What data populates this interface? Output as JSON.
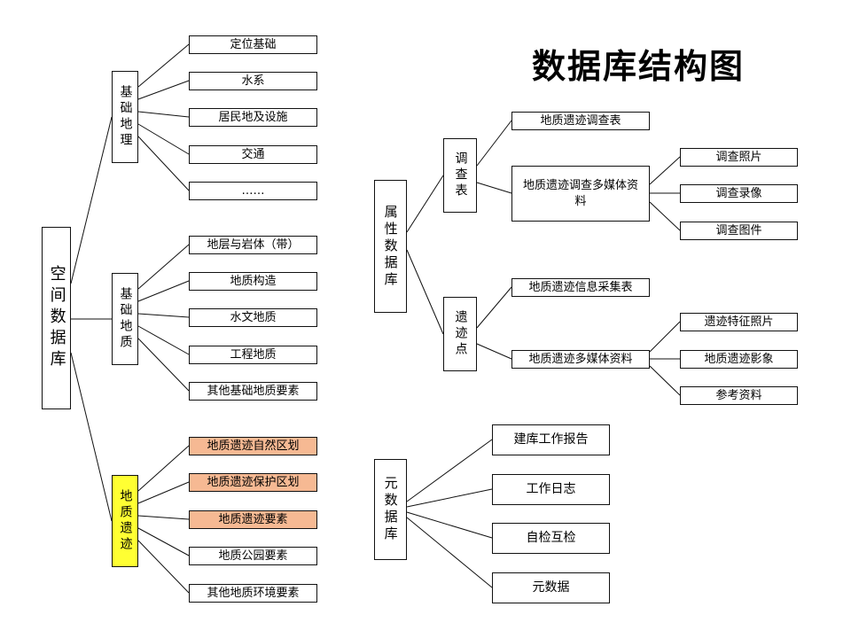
{
  "title": "数据库结构图",
  "spatial": {
    "root": "空间数据库",
    "basic_geo": {
      "label": "基础地理",
      "items": [
        "定位基础",
        "水系",
        "居民地及设施",
        "交通",
        "……"
      ]
    },
    "basic_geology": {
      "label": "基础地质",
      "items": [
        "地层与岩体（带）",
        "地质构造",
        "水文地质",
        "工程地质",
        "其他基础地质要素"
      ]
    },
    "heritage": {
      "label": "地质遗迹",
      "items": [
        "地质遗迹自然区划",
        "地质遗迹保护区划",
        "地质遗迹要素",
        "地质公园要素",
        "其他地质环境要素"
      ]
    }
  },
  "attribute": {
    "root": "属性数据库",
    "survey": {
      "label": "调查表",
      "table": "地质遗迹调查表",
      "multimedia": "地质遗迹调查多媒体资料",
      "media_items": [
        "调查照片",
        "调查录像",
        "调查图件"
      ]
    },
    "site": {
      "label": "遗迹点",
      "table": "地质遗迹信息采集表",
      "multimedia": "地质遗迹多媒体资料",
      "media_items": [
        "遗迹特征照片",
        "地质遗迹影象",
        "参考资料"
      ]
    }
  },
  "meta": {
    "root": "元数据库",
    "items": [
      "建库工作报告",
      "工作日志",
      "自检互检",
      "元数据"
    ]
  },
  "colors": {
    "highlight_orange": "#f6b993",
    "highlight_yellow": "#ffff33",
    "line": "#111111"
  }
}
